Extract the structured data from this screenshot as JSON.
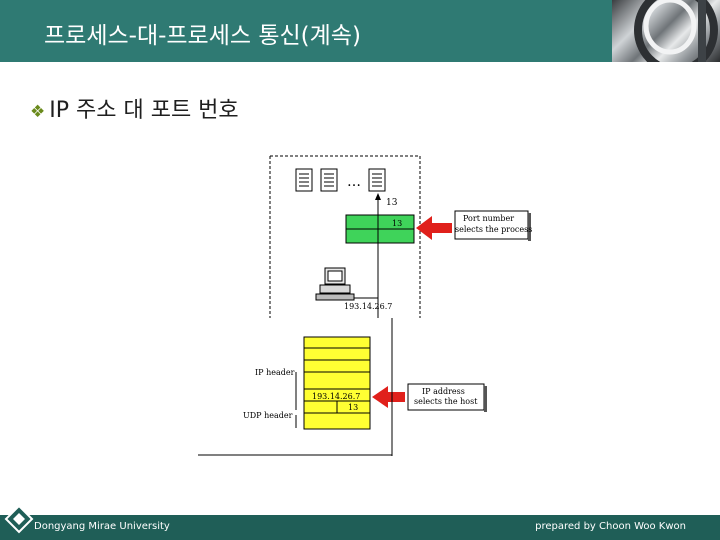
{
  "slide": {
    "title": "프로세스-대-프로세스 통신(계속)",
    "bullet_diamond": "❖",
    "bullet": "IP 주소 대 포트 번호"
  },
  "diagram": {
    "ellipsis": "…",
    "port_label_top": "13",
    "port_label_box": "13",
    "port_callout": [
      "Port number",
      "selects the process"
    ],
    "host_ip": "193.14.26.7",
    "ip_header_label": "IP header",
    "udp_header_label": "UDP header",
    "packet_ip": "193.14.26.7",
    "packet_port": "13",
    "ip_callout": [
      "IP address",
      "selects the host"
    ]
  },
  "footer": {
    "left": "Dongyang Mirae University",
    "right": "prepared by Choon Woo Kwon"
  },
  "colors": {
    "title_bar": "#2f7a73",
    "footer_bar": "#1f5e57",
    "green_box": "#3fd35a",
    "yellow_box": "#ffff33",
    "arrow_red": "#e0201b"
  }
}
